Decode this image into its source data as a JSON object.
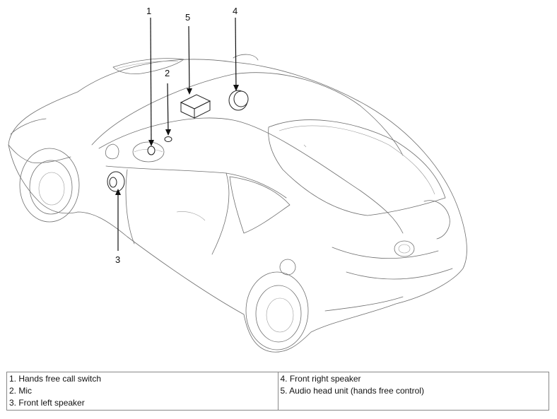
{
  "callouts": [
    {
      "number": "1"
    },
    {
      "number": "2"
    },
    {
      "number": "3"
    },
    {
      "number": "4"
    },
    {
      "number": "5"
    }
  ],
  "legend": {
    "left": [
      "1. Hands free call switch",
      "2. Mic",
      "3. Front left speaker"
    ],
    "right": [
      "4. Front right speaker",
      "5. Audio head unit (hands free control)"
    ]
  }
}
